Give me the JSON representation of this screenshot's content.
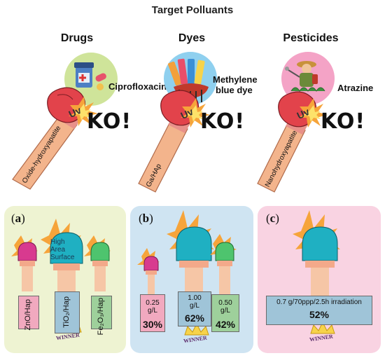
{
  "title": "Target Polluants",
  "categories": [
    {
      "name": "Drugs",
      "pollutant": "Ciprofloxacin",
      "material": "Oxide-hydroxyapatite",
      "ko": "KO!",
      "uv": "Uv"
    },
    {
      "name": "Dyes",
      "pollutant_line1": "Methylene",
      "pollutant_line2": "blue dye",
      "material": "Ga/HAp",
      "ko": "KO!",
      "uv": "Uv"
    },
    {
      "name": "Pesticides",
      "pollutant": "Atrazine",
      "material": "Nanohydroxyapatite",
      "ko": "KO!",
      "uv": "Uv"
    }
  ],
  "panel_a": {
    "label_open": "(",
    "label": "a",
    "label_close": ")",
    "note_line1": "High",
    "note_line2": "Area",
    "note_line3": "Surface",
    "boxes": [
      "ZnO/Hap",
      "TiO₂/Hap",
      "Fe₂O₃/Hap"
    ],
    "winner": "WINNER",
    "colors": {
      "panel": "#eef3d2",
      "left_box": "#f1a9bf",
      "mid_box": "#9fc4d8",
      "right_box": "#9ed09b"
    }
  },
  "panel_b": {
    "label_open": "(",
    "label": "b",
    "label_close": ")",
    "boxes": [
      {
        "line1": "0.25",
        "line2": "g/L",
        "pct": "30%"
      },
      {
        "line1": "1.00",
        "line2": "g/L",
        "pct": "62%"
      },
      {
        "line1": "0.50",
        "line2": "g/L",
        "pct": "42%"
      }
    ],
    "winner": "WINNER",
    "colors": {
      "panel": "#cfe4f2"
    }
  },
  "panel_c": {
    "label_open": "(",
    "label": "c",
    "label_close": ")",
    "condition": "0.7 g/70ppp/2.5h irradiation",
    "pct": "52%",
    "winner": "WINNER",
    "colors": {
      "panel": "#f9d3e2"
    }
  }
}
